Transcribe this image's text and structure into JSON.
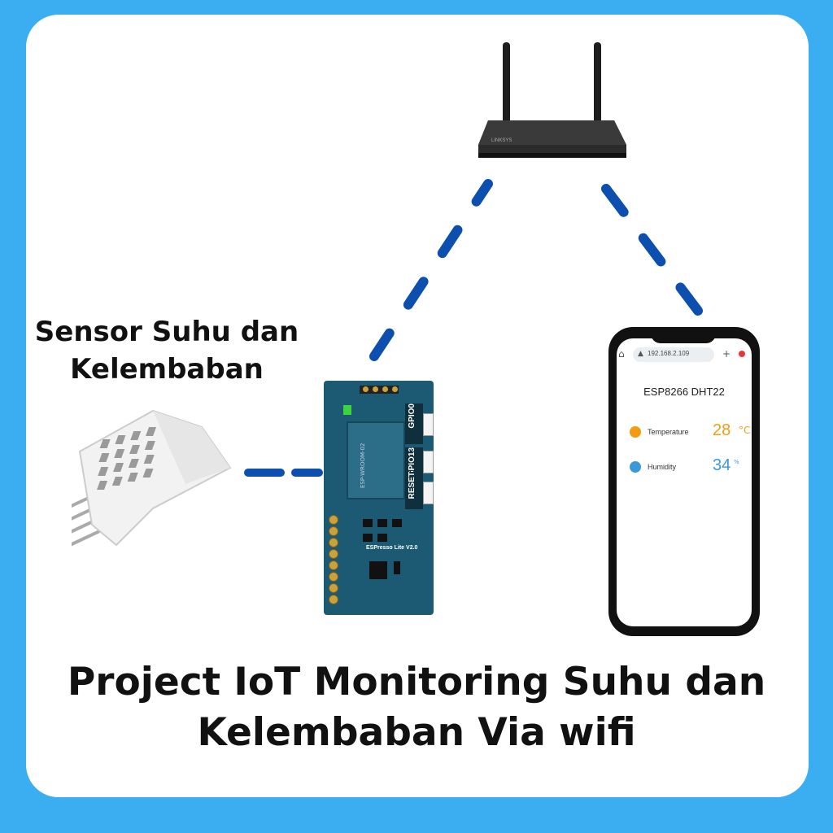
{
  "sensor_label": {
    "line1": "Sensor Suhu dan",
    "line2": "Kelembaban"
  },
  "caption": {
    "line1": "Project IoT Monitoring Suhu dan",
    "line2": "Kelembaban Via wifi"
  },
  "router": {
    "icon": "wifi-router-icon",
    "brand_text": "LINKSYS"
  },
  "board": {
    "icon": "esp8266-board-icon",
    "module_text": "ESP-WROOM-02",
    "brand": "ESPresso Lite",
    "version": "V2.0",
    "buttons": [
      "GPIO0",
      "GPIO13",
      "RESET"
    ]
  },
  "sensor": {
    "icon": "dht22-sensor-icon"
  },
  "phone": {
    "url": "192.168.2.109",
    "app_title": "ESP8266 DHT22",
    "temperature": {
      "label": "Temperature",
      "value": "28",
      "unit": "°C"
    },
    "humidity": {
      "label": "Humidity",
      "value": "34",
      "unit": "%"
    }
  },
  "colors": {
    "frame": "#3aaef0",
    "link_dash": "#0d4fae",
    "board": "#1c5a73",
    "temp_accent": "#f39c12",
    "humidity_accent": "#3a9ad9"
  }
}
